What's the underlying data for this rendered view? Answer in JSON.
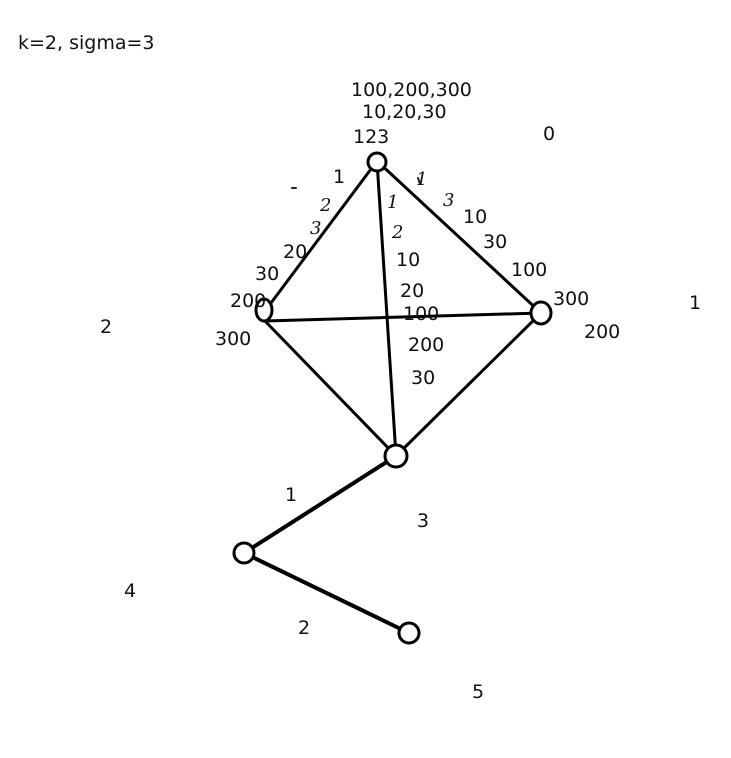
{
  "header": "k=2, sigma=3",
  "nodes": {
    "n0": {
      "label": "0",
      "lines": [
        "100,200,300",
        "10,20,30",
        "123"
      ]
    },
    "n1": {
      "label": "1",
      "lines": [
        "300",
        "200"
      ]
    },
    "n2": {
      "label": "2",
      "lines": [
        "200",
        "300"
      ]
    },
    "n3": {
      "label": "3"
    },
    "n4": {
      "label": "4"
    },
    "n5": {
      "label": "5"
    }
  },
  "edges": {
    "e02": [
      "1",
      "2",
      "3",
      "20",
      "30"
    ],
    "e01": [
      "1",
      "3",
      "10",
      "30",
      "100"
    ],
    "e03": [
      "1",
      "2",
      "10",
      "20",
      "100",
      "200",
      "30"
    ],
    "e34": [
      "1"
    ],
    "e45": [
      "2"
    ]
  }
}
